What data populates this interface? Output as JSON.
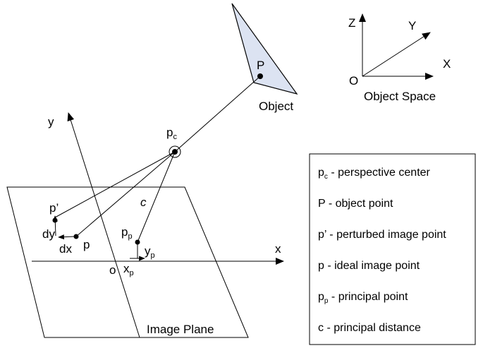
{
  "diagram": {
    "object": {
      "point_label": "P",
      "label": "Object",
      "fill_color": "#dce3f2"
    },
    "perspective_center": {
      "main": "p",
      "sub": "c"
    },
    "principal_distance_label": "c",
    "image_axes": {
      "x": "x",
      "y": "y",
      "origin": "o"
    },
    "image_points": {
      "perturbed": "p’",
      "ideal": "p",
      "dx": "dx",
      "dy": "dy",
      "principal": {
        "main": "p",
        "sub": "p"
      },
      "xp": {
        "main": "x",
        "sub": "p"
      },
      "yp": {
        "main": "y",
        "sub": "p"
      }
    },
    "image_plane_label": "Image Plane",
    "object_space": {
      "z": "Z",
      "y": "Y",
      "x": "X",
      "origin": "O",
      "label": "Object Space"
    },
    "legend": [
      {
        "sym": "p",
        "sub": "c",
        "text": " - perspective center"
      },
      {
        "sym": "P",
        "sub": "",
        "text": "  - object point"
      },
      {
        "sym": "p’",
        "sub": "",
        "text": " - perturbed image point"
      },
      {
        "sym": "p",
        "sub": "",
        "text": "  - ideal image point"
      },
      {
        "sym": "p",
        "sub": "p",
        "text": " - principal point"
      },
      {
        "sym": "c",
        "sub": "",
        "text": " - principal distance"
      }
    ]
  }
}
